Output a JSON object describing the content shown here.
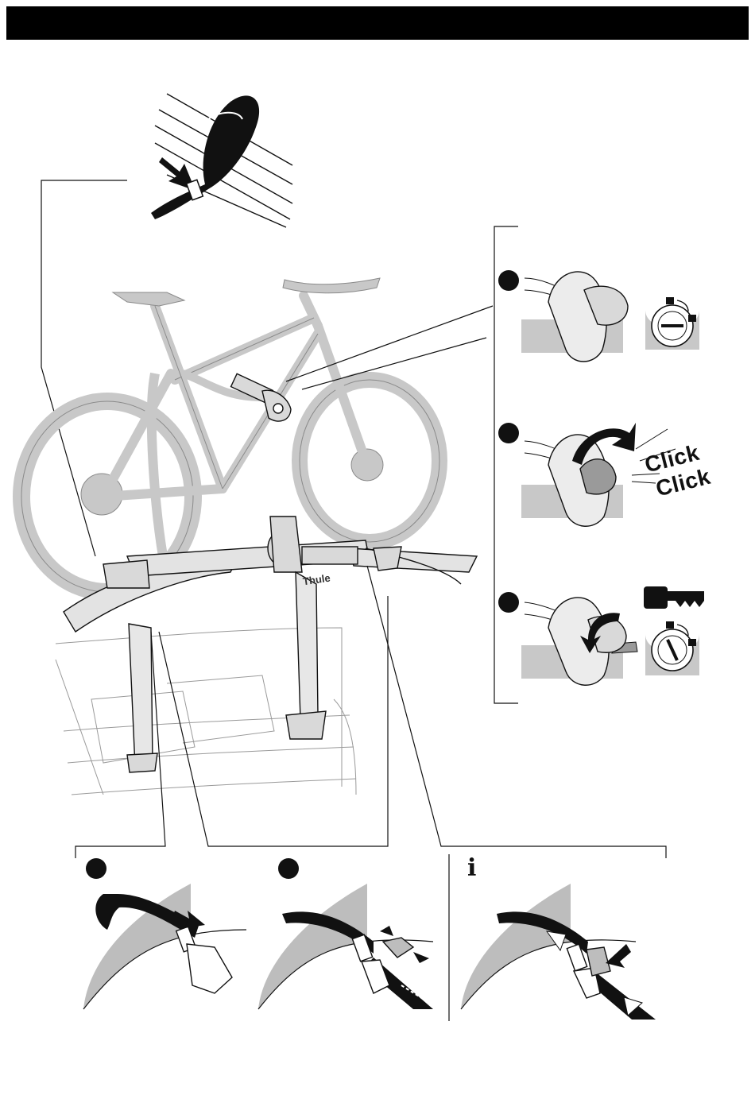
{
  "header": {
    "color": "#000000"
  },
  "lock_steps": {
    "click_1": "Click",
    "click_2": "Click"
  },
  "bike_rack": {
    "brand": "Thule"
  },
  "strap_panels": {
    "info_symbol": "i"
  },
  "icons": [
    "strap-loop-icon",
    "push-arrow-icon",
    "key-icon",
    "lock-cylinder-icon",
    "padlock-closed-icon",
    "padlock-open-icon",
    "rotate-arrow-icon",
    "info-icon"
  ],
  "colors": {
    "ink": "#111111",
    "bike_fill": "#c8c8c8",
    "bike_stroke": "#8a8a8a",
    "panel_shade": "#bdbdbd",
    "part_fill": "#d9d9d9"
  }
}
